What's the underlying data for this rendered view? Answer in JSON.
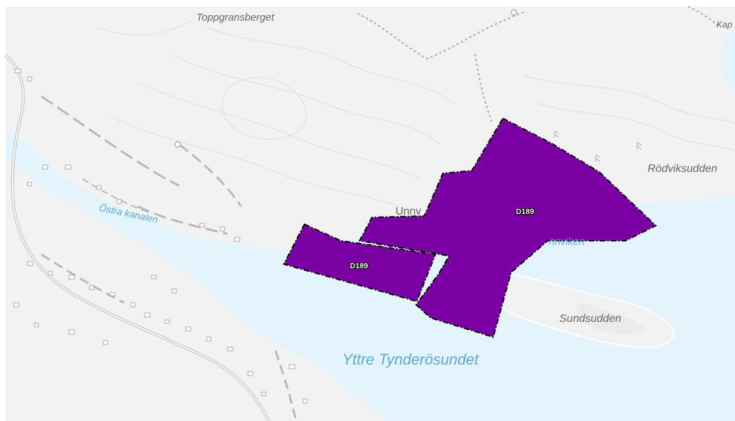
{
  "map": {
    "colors": {
      "land": "#f2f2f2",
      "water": "#e3f4fd",
      "water_label": "#5aa9d6",
      "road": "#b8b8b8",
      "contour": "#dcdcdc",
      "building": "#a8a8a8",
      "parcel_fill": "#7a00a3",
      "parcel_outline": "#000000",
      "text": "#666666"
    },
    "labels": {
      "toppgransberget": "Toppgransberget",
      "kap": "Kap",
      "rodviksudden": "Rödviksudden",
      "ostra_kanalen": "Östra kanalen",
      "unnviken_left": "Unnv",
      "unnviken_right": "nnviken",
      "sundsudden": "Sundsudden",
      "yttre_tynderosundet": "Yttre Tynderösundet"
    },
    "parcels": {
      "west_label": "D189",
      "east_label": "D189"
    }
  }
}
